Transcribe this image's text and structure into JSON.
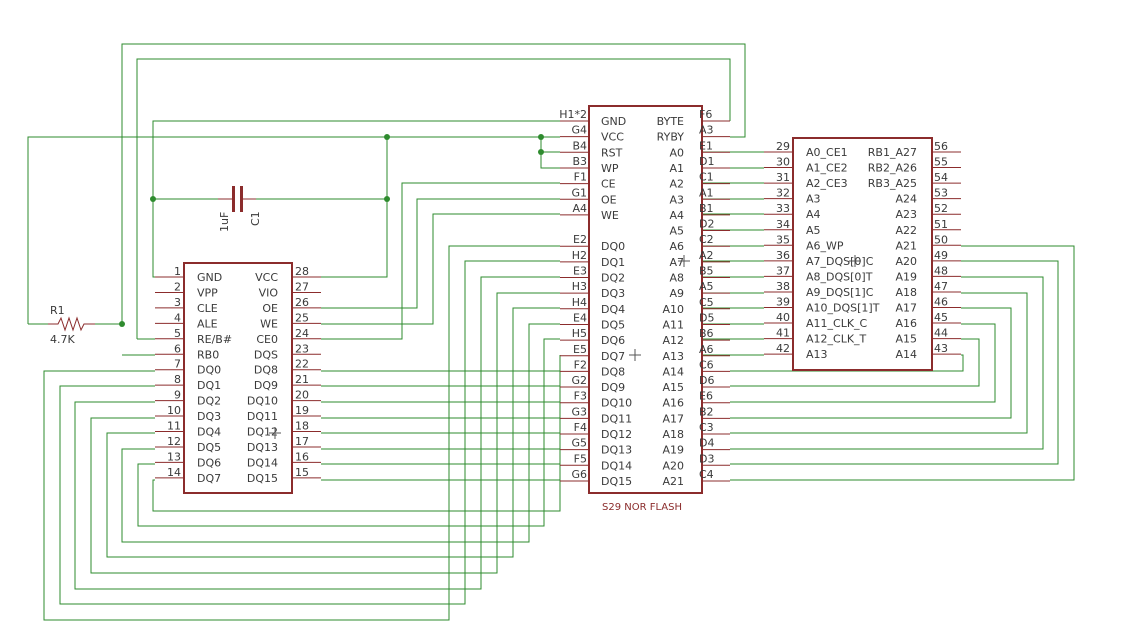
{
  "u_flash": {
    "label": "S29 NOR FLASH",
    "left_pins": [
      {
        "ball": "H1*2",
        "name": "GND"
      },
      {
        "ball": "G4",
        "name": "VCC"
      },
      {
        "ball": "B4",
        "name": "RST"
      },
      {
        "ball": "B3",
        "name": "WP"
      },
      {
        "ball": "F1",
        "name": "CE"
      },
      {
        "ball": "G1",
        "name": "OE"
      },
      {
        "ball": "A4",
        "name": "WE"
      },
      {
        "ball": "",
        "name": ""
      },
      {
        "ball": "E2",
        "name": "DQ0"
      },
      {
        "ball": "H2",
        "name": "DQ1"
      },
      {
        "ball": "E3",
        "name": "DQ2"
      },
      {
        "ball": "H3",
        "name": "DQ3"
      },
      {
        "ball": "H4",
        "name": "DQ4"
      },
      {
        "ball": "E4",
        "name": "DQ5"
      },
      {
        "ball": "H5",
        "name": "DQ6"
      },
      {
        "ball": "E5",
        "name": "DQ7"
      },
      {
        "ball": "F2",
        "name": "DQ8"
      },
      {
        "ball": "G2",
        "name": "DQ9"
      },
      {
        "ball": "F3",
        "name": "DQ10"
      },
      {
        "ball": "G3",
        "name": "DQ11"
      },
      {
        "ball": "F4",
        "name": "DQ12"
      },
      {
        "ball": "G5",
        "name": "DQ13"
      },
      {
        "ball": "F5",
        "name": "DQ14"
      },
      {
        "ball": "G6",
        "name": "DQ15"
      }
    ],
    "right_pins": [
      {
        "ball": "F6",
        "name": "BYTE"
      },
      {
        "ball": "A3",
        "name": "RYBY"
      },
      {
        "ball": "E1",
        "name": "A0"
      },
      {
        "ball": "D1",
        "name": "A1"
      },
      {
        "ball": "C1",
        "name": "A2"
      },
      {
        "ball": "A1",
        "name": "A3"
      },
      {
        "ball": "B1",
        "name": "A4"
      },
      {
        "ball": "D2",
        "name": "A5"
      },
      {
        "ball": "C2",
        "name": "A6"
      },
      {
        "ball": "A2",
        "name": "A7"
      },
      {
        "ball": "B5",
        "name": "A8"
      },
      {
        "ball": "A5",
        "name": "A9"
      },
      {
        "ball": "C5",
        "name": "A10"
      },
      {
        "ball": "D5",
        "name": "A11"
      },
      {
        "ball": "B6",
        "name": "A12"
      },
      {
        "ball": "A6",
        "name": "A13"
      },
      {
        "ball": "C6",
        "name": "A14"
      },
      {
        "ball": "D6",
        "name": "A15"
      },
      {
        "ball": "E6",
        "name": "A16"
      },
      {
        "ball": "B2",
        "name": "A17"
      },
      {
        "ball": "C3",
        "name": "A18"
      },
      {
        "ball": "D4",
        "name": "A19"
      },
      {
        "ball": "D3",
        "name": "A20"
      },
      {
        "ball": "C4",
        "name": "A21"
      }
    ]
  },
  "u_nand": {
    "left_pins": [
      {
        "num": "1",
        "name": "GND"
      },
      {
        "num": "2",
        "name": "VPP"
      },
      {
        "num": "3",
        "name": "CLE"
      },
      {
        "num": "4",
        "name": "ALE"
      },
      {
        "num": "5",
        "name": "RE/B#"
      },
      {
        "num": "6",
        "name": "RB0"
      },
      {
        "num": "7",
        "name": "DQ0"
      },
      {
        "num": "8",
        "name": "DQ1"
      },
      {
        "num": "9",
        "name": "DQ2"
      },
      {
        "num": "10",
        "name": "DQ3"
      },
      {
        "num": "11",
        "name": "DQ4"
      },
      {
        "num": "12",
        "name": "DQ5"
      },
      {
        "num": "13",
        "name": "DQ6"
      },
      {
        "num": "14",
        "name": "DQ7"
      }
    ],
    "right_pins": [
      {
        "num": "28",
        "name": "VCC"
      },
      {
        "num": "27",
        "name": "VIO"
      },
      {
        "num": "26",
        "name": "OE"
      },
      {
        "num": "25",
        "name": "WE"
      },
      {
        "num": "24",
        "name": "CE0"
      },
      {
        "num": "23",
        "name": "DQS"
      },
      {
        "num": "22",
        "name": "DQ8"
      },
      {
        "num": "21",
        "name": "DQ9"
      },
      {
        "num": "20",
        "name": "DQ10"
      },
      {
        "num": "19",
        "name": "DQ11"
      },
      {
        "num": "18",
        "name": "DQ12"
      },
      {
        "num": "17",
        "name": "DQ13"
      },
      {
        "num": "16",
        "name": "DQ14"
      },
      {
        "num": "15",
        "name": "DQ15"
      }
    ]
  },
  "u_addr": {
    "left_pins": [
      {
        "num": "29",
        "name": "A0_CE1"
      },
      {
        "num": "30",
        "name": "A1_CE2"
      },
      {
        "num": "31",
        "name": "A2_CE3"
      },
      {
        "num": "32",
        "name": "A3"
      },
      {
        "num": "33",
        "name": "A4"
      },
      {
        "num": "34",
        "name": "A5"
      },
      {
        "num": "35",
        "name": "A6_WP"
      },
      {
        "num": "36",
        "name": "A7_DQS[0]C"
      },
      {
        "num": "37",
        "name": "A8_DQS[0]T"
      },
      {
        "num": "38",
        "name": "A9_DQS[1]C"
      },
      {
        "num": "39",
        "name": "A10_DQS[1]T"
      },
      {
        "num": "40",
        "name": "A11_CLK_C"
      },
      {
        "num": "41",
        "name": "A12_CLK_T"
      },
      {
        "num": "42",
        "name": "A13"
      }
    ],
    "right_pins": [
      {
        "num": "56",
        "name": "RB1_A27"
      },
      {
        "num": "55",
        "name": "RB2_A26"
      },
      {
        "num": "54",
        "name": "RB3_A25"
      },
      {
        "num": "53",
        "name": "A24"
      },
      {
        "num": "52",
        "name": "A23"
      },
      {
        "num": "51",
        "name": "A22"
      },
      {
        "num": "50",
        "name": "A21"
      },
      {
        "num": "49",
        "name": "A20"
      },
      {
        "num": "48",
        "name": "A19"
      },
      {
        "num": "47",
        "name": "A18"
      },
      {
        "num": "46",
        "name": "A17"
      },
      {
        "num": "45",
        "name": "A16"
      },
      {
        "num": "44",
        "name": "A15"
      },
      {
        "num": "43",
        "name": "A14"
      }
    ]
  },
  "resistor": {
    "ref": "R1",
    "value": "4.7K"
  },
  "capacitor": {
    "ref": "C1",
    "value": "1uF"
  },
  "colors": {
    "wire": "#2e8b2e",
    "part": "#8b2c2c",
    "text": "#3a3a3a"
  }
}
